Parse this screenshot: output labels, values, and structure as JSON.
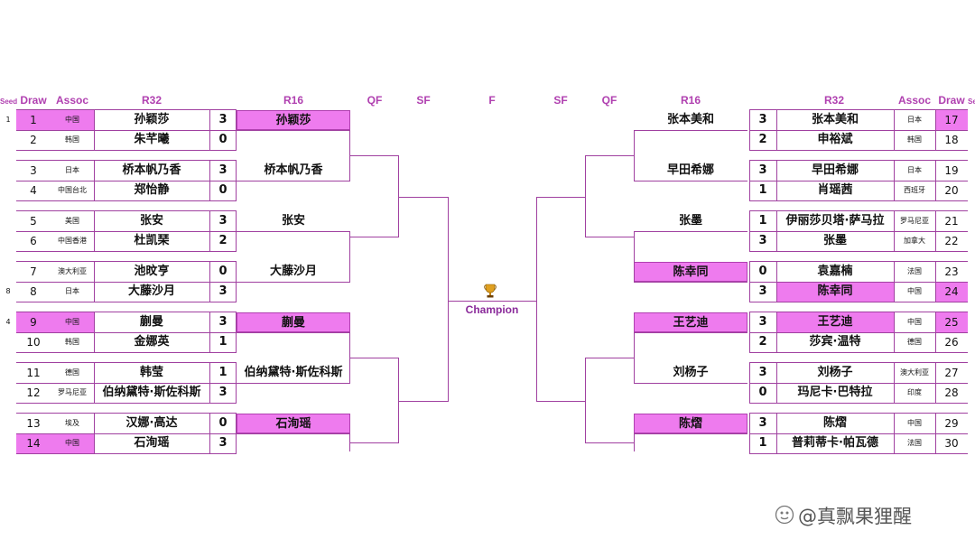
{
  "headers": {
    "seed_left": "Seed",
    "draw_left": "Draw",
    "assoc_left": "Assoc",
    "r32_left": "R32",
    "r16_left": "R16",
    "qf_left": "QF",
    "sf_left": "SF",
    "final": "F",
    "sf_right": "SF",
    "qf_right": "QF",
    "r16_right": "R16",
    "r32_right": "R32",
    "assoc_right": "Assoc",
    "draw_right": "Draw",
    "seed_right": "Se"
  },
  "left_rows": [
    {
      "seed": "1",
      "draw": "1",
      "assoc": "中国",
      "name": "孙颖莎",
      "score": "3",
      "win": true
    },
    {
      "seed": "",
      "draw": "2",
      "assoc": "韩国",
      "name": "朱芊曦",
      "score": "0",
      "win": false
    },
    {
      "seed": "",
      "draw": "3",
      "assoc": "日本",
      "name": "桥本帆乃香",
      "score": "3",
      "win": false
    },
    {
      "seed": "",
      "draw": "4",
      "assoc": "中国台北",
      "name": "郑怡静",
      "score": "0",
      "win": false
    },
    {
      "seed": "",
      "draw": "5",
      "assoc": "美国",
      "name": "张安",
      "score": "3",
      "win": false
    },
    {
      "seed": "",
      "draw": "6",
      "assoc": "中国香港",
      "name": "杜凯琹",
      "score": "2",
      "win": false
    },
    {
      "seed": "",
      "draw": "7",
      "assoc": "澳大利亚",
      "name": "池旼亨",
      "score": "0",
      "win": false
    },
    {
      "seed": "8",
      "draw": "8",
      "assoc": "日本",
      "name": "大藤沙月",
      "score": "3",
      "win": false
    },
    {
      "seed": "4",
      "draw": "9",
      "assoc": "中国",
      "name": "蒯曼",
      "score": "3",
      "win": true
    },
    {
      "seed": "",
      "draw": "10",
      "assoc": "韩国",
      "name": "金娜英",
      "score": "1",
      "win": false
    },
    {
      "seed": "",
      "draw": "11",
      "assoc": "德国",
      "name": "韩莹",
      "score": "1",
      "win": false
    },
    {
      "seed": "",
      "draw": "12",
      "assoc": "罗马尼亚",
      "name": "伯纳黛特·斯佐科斯",
      "score": "3",
      "win": false
    },
    {
      "seed": "",
      "draw": "13",
      "assoc": "埃及",
      "name": "汉娜·高达",
      "score": "0",
      "win": false
    },
    {
      "seed": "",
      "draw": "14",
      "assoc": "中国",
      "name": "石洵瑶",
      "score": "3",
      "win": true
    }
  ],
  "left_r16": [
    {
      "name": "孙颖莎",
      "win": true
    },
    {
      "name": "桥本帆乃香",
      "win": false
    },
    {
      "name": "张安",
      "win": false
    },
    {
      "name": "大藤沙月",
      "win": false
    },
    {
      "name": "蒯曼",
      "win": true
    },
    {
      "name": "伯纳黛特·斯佐科斯",
      "win": false
    },
    {
      "name": "石洵瑶",
      "win": true
    }
  ],
  "right_rows": [
    {
      "draw": "17",
      "assoc": "日本",
      "name": "张本美和",
      "score": "3",
      "win": false
    },
    {
      "draw": "18",
      "assoc": "韩国",
      "name": "申裕斌",
      "score": "2",
      "win": false
    },
    {
      "draw": "19",
      "assoc": "日本",
      "name": "早田希娜",
      "score": "3",
      "win": false
    },
    {
      "draw": "20",
      "assoc": "西班牙",
      "name": "肖瑶茜",
      "score": "1",
      "win": false
    },
    {
      "draw": "21",
      "assoc": "罗马尼亚",
      "name": "伊丽莎贝塔·萨马拉",
      "score": "1",
      "win": false
    },
    {
      "draw": "22",
      "assoc": "加拿大",
      "name": "张墨",
      "score": "3",
      "win": false
    },
    {
      "draw": "23",
      "assoc": "法国",
      "name": "袁嘉楠",
      "score": "0",
      "win": false
    },
    {
      "draw": "24",
      "assoc": "中国",
      "name": "陈幸同",
      "score": "3",
      "win": true
    },
    {
      "draw": "25",
      "assoc": "中国",
      "name": "王艺迪",
      "score": "3",
      "win": true
    },
    {
      "draw": "26",
      "assoc": "德国",
      "name": "莎宾·温特",
      "score": "2",
      "win": false
    },
    {
      "draw": "27",
      "assoc": "澳大利亚",
      "name": "刘杨子",
      "score": "3",
      "win": false
    },
    {
      "draw": "28",
      "assoc": "印度",
      "name": "玛尼卡·巴特拉",
      "score": "0",
      "win": false
    },
    {
      "draw": "29",
      "assoc": "中国",
      "name": "陈熠",
      "score": "3",
      "win": false
    },
    {
      "draw": "30",
      "assoc": "法国",
      "name": "普莉蒂卡·帕瓦德",
      "score": "1",
      "win": false
    }
  ],
  "right_r16": [
    {
      "name": "张本美和",
      "win": false
    },
    {
      "name": "早田希娜",
      "win": false
    },
    {
      "name": "张墨",
      "win": false
    },
    {
      "name": "陈幸同",
      "win": true
    },
    {
      "name": "王艺迪",
      "win": true
    },
    {
      "name": "刘杨子",
      "win": false
    },
    {
      "name": "陈熠",
      "win": true
    }
  ],
  "champion_label": "Champion",
  "trophy_icon": "trophy-icon",
  "watermark": "@真飘果狸醒",
  "colors": {
    "highlight": "#ee7bee",
    "line": "#a040a0",
    "header": "#b040b0"
  }
}
